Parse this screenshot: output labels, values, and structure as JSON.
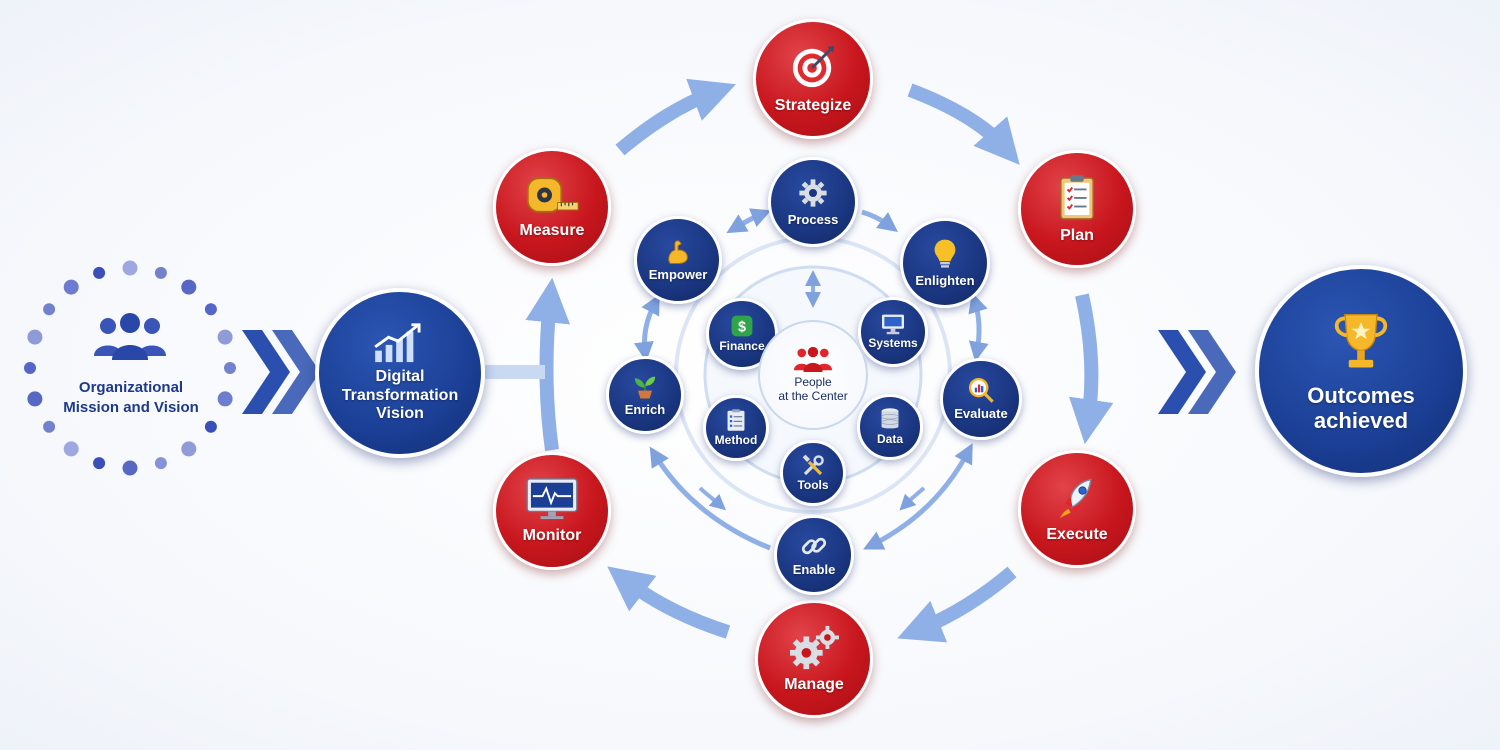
{
  "source": {
    "label_line1": "Organizational",
    "label_line2": "Mission and Vision",
    "icon": "people-group-icon"
  },
  "vision": {
    "label_line1": "Digital",
    "label_line2": "Transformation",
    "label_line3": "Vision",
    "icon": "growth-chart-icon"
  },
  "outcome": {
    "label_line1": "Outcomes",
    "label_line2": "achieved",
    "icon": "trophy-icon"
  },
  "outer_cycle": [
    {
      "id": "strategize",
      "label": "Strategize",
      "icon": "target-icon"
    },
    {
      "id": "plan",
      "label": "Plan",
      "icon": "clipboard-checklist-icon"
    },
    {
      "id": "execute",
      "label": "Execute",
      "icon": "rocket-icon"
    },
    {
      "id": "manage",
      "label": "Manage",
      "icon": "gears-icon"
    },
    {
      "id": "monitor",
      "label": "Monitor",
      "icon": "monitor-pulse-icon"
    },
    {
      "id": "measure",
      "label": "Measure",
      "icon": "tape-measure-icon"
    }
  ],
  "middle_ring": [
    {
      "id": "process",
      "label": "Process",
      "icon": "gear-icon"
    },
    {
      "id": "enlighten",
      "label": "Enlighten",
      "icon": "lightbulb-icon"
    },
    {
      "id": "evaluate",
      "label": "Evaluate",
      "icon": "magnifier-chart-icon"
    },
    {
      "id": "enable",
      "label": "Enable",
      "icon": "chain-link-icon"
    },
    {
      "id": "enrich",
      "label": "Enrich",
      "icon": "sprout-icon"
    },
    {
      "id": "empower",
      "label": "Empower",
      "icon": "bicep-icon"
    }
  ],
  "inner_ring": [
    {
      "id": "finance",
      "label": "Finance",
      "icon": "dollar-icon"
    },
    {
      "id": "systems",
      "label": "Systems",
      "icon": "computer-icon"
    },
    {
      "id": "data",
      "label": "Data",
      "icon": "database-icon"
    },
    {
      "id": "tools",
      "label": "Tools",
      "icon": "wrench-screwdriver-icon"
    },
    {
      "id": "method",
      "label": "Method",
      "icon": "checklist-icon"
    }
  ],
  "center": {
    "label_line1": "People",
    "label_line2": "at the Center",
    "icon": "people-red-icon"
  },
  "colors": {
    "red": "#c8161d",
    "navy": "#1b3f95",
    "arrow": "#8fb0e6",
    "chevron": "#2a4fae",
    "dots": "#3a4fb8"
  }
}
